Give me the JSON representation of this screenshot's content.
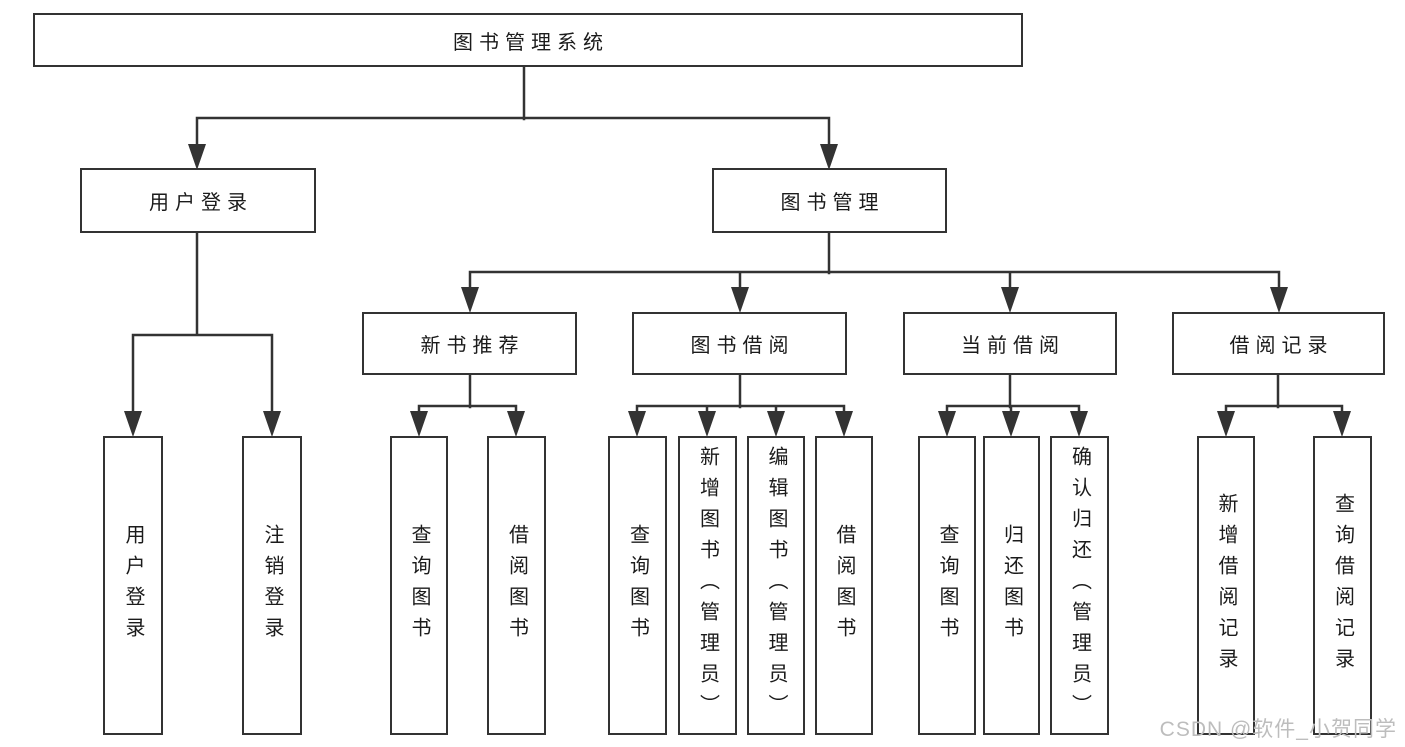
{
  "tree": {
    "root": "图书管理系统",
    "branches": [
      {
        "label": "用户登录",
        "leaves": [
          "用户登录",
          "注销登录"
        ]
      },
      {
        "label": "图书管理",
        "groups": [
          {
            "label": "新书推荐",
            "leaves": [
              "查询图书",
              "借阅图书"
            ]
          },
          {
            "label": "图书借阅",
            "leaves": [
              "查询图书",
              "新增图书（管理员）",
              "编辑图书（管理员）",
              "借阅图书"
            ]
          },
          {
            "label": "当前借阅",
            "leaves": [
              "查询图书",
              "归还图书",
              "确认归还（管理员）"
            ]
          },
          {
            "label": "借阅记录",
            "leaves": [
              "新增借阅记录",
              "查询借阅记录"
            ]
          }
        ]
      }
    ]
  },
  "watermark": "CSDN @软件_小贺同学",
  "colors": {
    "line": "#333333",
    "text": "#1b1b1b",
    "watermark": "#bdbdbd",
    "background": "#ffffff"
  }
}
